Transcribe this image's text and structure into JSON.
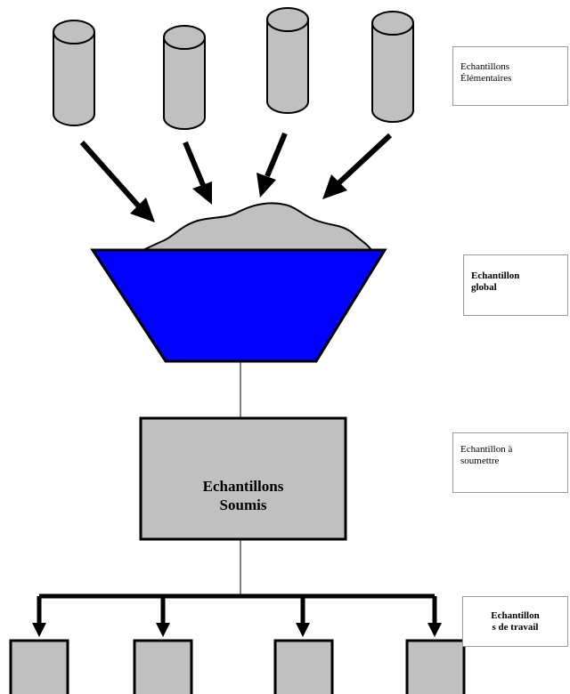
{
  "labels": {
    "elementaires": "Echantillons\nÉlémentaires",
    "global": "Echantillon\nglobal",
    "soumettre": "Echantillon à\nsoumettre",
    "travail": "Echantillon\ns de travail"
  },
  "submitted_box": {
    "line1": "Echantillons",
    "line2": "Soumis"
  },
  "colors": {
    "cylinder": "#c0c0c0",
    "funnel": "#0000ff",
    "powder": "#c0c0c0",
    "box": "#c0c0c0",
    "stroke": "#000000"
  },
  "elementary_sample_count": 4,
  "working_sample_count": 4
}
